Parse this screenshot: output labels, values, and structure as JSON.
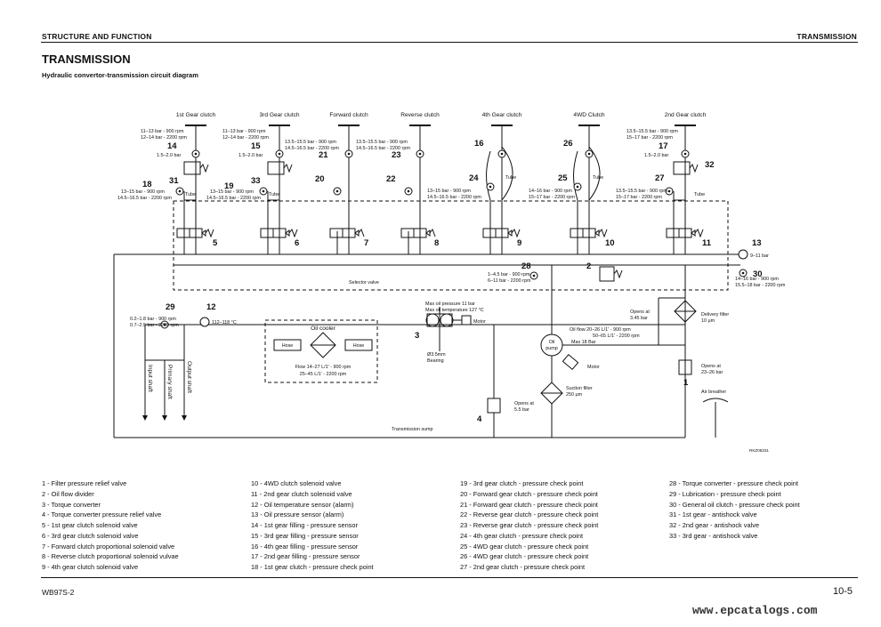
{
  "header": {
    "left": "STRUCTURE AND FUNCTION",
    "right": "TRANSMISSION"
  },
  "title": "TRANSMISSION",
  "subtitle": "Hydraulic convertor-transmission circuit diagram",
  "diagram": {
    "clutch_names": [
      "1st Gear clutch",
      "3rd Gear clutch",
      "Forward clutch",
      "Reverse clutch",
      "4th Gear clutch",
      "4WD Clutch",
      "2nd Gear clutch"
    ],
    "fill_pressures": [
      {
        "line1": "11–13 bar - 900 rpm",
        "line2": "12–14 bar - 2200 rpm"
      },
      {
        "line1": "11–13 bar - 900 rpm",
        "line2": "12–14 bar - 2200 rpm"
      },
      {
        "line1": "13.5–15.5 bar - 900 rpm",
        "line2": "14.5–16.5 bar - 2200 rpm"
      },
      {
        "line1": "13.5–15.5 bar - 900 rpm",
        "line2": "14.5–16.5 bar - 2200 rpm"
      },
      {
        "line1": "13.5–15.5 bar - 900 rpm",
        "line2": "15–17 bar - 2200 rpm"
      }
    ],
    "lower_pressures": [
      {
        "line1": "13–15 bar - 900 rpm",
        "line2": "14.5–16.5 bar - 2200 rpm"
      },
      {
        "line1": "13–15 bar - 900 rpm",
        "line2": "14.5–16.5 bar - 2200 rpm"
      },
      {
        "line1": "13–15 bar - 900 rpm",
        "line2": "14.5–16.5 bar - 2200 rpm"
      },
      {
        "line1": "14–16 bar - 900 rpm",
        "line2": "15–17 bar - 2200 rpm"
      },
      {
        "line1": "13.5–15.5 bar - 900 rpm",
        "line2": "15–17 bar - 2200 rpm"
      }
    ],
    "fill_low": "1.5–2.0 bar",
    "tube": "Tube",
    "selector_valve": "Selector valve",
    "general_pressure": {
      "line1": "14–16 bar - 900 rpm",
      "line2": "15.5–18 bar - 2200 rpm"
    },
    "torque_conv_check": {
      "line1": "1–4.5 bar - 900 rpm",
      "line2": "6–11 bar - 2200 rpm"
    },
    "oil_pressure_sensor": "9–11 bar",
    "lubrication": {
      "line1": "0.2–1.8 bar - 900 rpm",
      "line2": "0.7–2.5 bar - 2200 rpm"
    },
    "temp_sensor": "112–118 °C",
    "input_shaft": "Input shaft",
    "primary_shaft": "Primary shaft",
    "output_shaft": "Output shaft",
    "oil_cooler": "Oil cooler",
    "hose": "Hose",
    "cooler_flow": {
      "line1": "Flow 14–27 L/1' - 900 rpm",
      "line2": "25–45 L/1' - 2200 rpm"
    },
    "max_oil": {
      "line1": "Max oil pressure 11 bar",
      "line2": "Max oil temperature 127 °C"
    },
    "motor": "Motor",
    "bearing": {
      "line1": "Ø3.5mm",
      "line2": "Bearing"
    },
    "opens_55": {
      "line1": "Opens at",
      "line2": "5.5 bar"
    },
    "sump": "Transmission sump",
    "oil_pump": {
      "line1": "Oil",
      "line2": "pump"
    },
    "oil_flow": {
      "line1": "Oil flow 20–26 L/1' - 900 rpm",
      "line2": "50–65 L/1' - 2200 rpm",
      "line3": "Max 18 Bar"
    },
    "suction_filter": {
      "line1": "Suction filter",
      "line2": "250 μm"
    },
    "opens_345": {
      "line1": "Opens at",
      "line2": "3.45 bar"
    },
    "delivery_filter": {
      "line1": "Delivery filter",
      "line2": "10 μm"
    },
    "opens_2326": {
      "line1": "Opens at",
      "line2": "23–26 bar"
    },
    "air_breather": "Air breather",
    "code": "RKZ06331",
    "numbers": {
      "n1": "1",
      "n2": "2",
      "n3": "3",
      "n4": "4",
      "n5": "5",
      "n6": "6",
      "n7": "7",
      "n8": "8",
      "n9": "9",
      "n10": "10",
      "n11": "11",
      "n12": "12",
      "n13": "13",
      "n14": "14",
      "n15": "15",
      "n16": "16",
      "n17": "17",
      "n18": "18",
      "n19": "19",
      "n20": "20",
      "n21": "21",
      "n22": "22",
      "n23": "23",
      "n24": "24",
      "n25": "25",
      "n26": "26",
      "n27": "27",
      "n28": "28",
      "n29": "29",
      "n30": "30",
      "n31": "31",
      "n32": "32",
      "n33": "33"
    }
  },
  "legend": {
    "col1": [
      "1 - Filter pressure relief valve",
      "2 - Oil flow divider",
      "3 - Torque converter",
      "4 - Torque converter pressure relief valve",
      "5 - 1st gear clutch solenoid valve",
      "6 - 3rd gear clutch solenoid valve",
      "7 - Forward clutch proportional solenoid valve",
      "8 - Reverse clutch proportional solenoid vulvae",
      "9 - 4th gear clutch solenoid valve"
    ],
    "col2": [
      "10 - 4WD clutch solenoid valve",
      "11 - 2nd gear clutch solenoid valve",
      "12 - Oil temperature sensor (alarm)",
      "13 - Oil pressure sensor (alarm)",
      "14 - 1st gear filling - pressure sensor",
      "15 - 3rd gear filling - pressure sensor",
      "16 - 4th gear filling - pressure sensor",
      "17 - 2nd gear filling - pressure sensor",
      "18 - 1st gear clutch - pressure check point"
    ],
    "col3": [
      "19 - 3rd gear clutch - pressure check point",
      "20 - Forward gear clutch - pressure check point",
      "21 - Forward gear clutch - pressure check point",
      "22 - Reverse gear clutch - pressure check point",
      "23 - Reverse gear clutch - pressure check point",
      "24 - 4th gear clutch - pressure check point",
      "25 - 4WD gear clutch - pressure check point",
      "26 - 4WD gear clutch - pressure check point",
      "27 - 2nd gear clutch - pressure check point"
    ],
    "col4": [
      "28 - Torque converter - pressure check point",
      "29 - Lubrication - pressure check point",
      "30 - General oil clutch - pressure check point",
      "31 - 1st gear - antishock valve",
      "32 - 2nd gear - antishock valve",
      "33 - 3rd gear - antishock valve"
    ]
  },
  "footer": {
    "left": "WB97S-2",
    "right": "10-5",
    "watermark": "www.epcatalogs.com"
  }
}
